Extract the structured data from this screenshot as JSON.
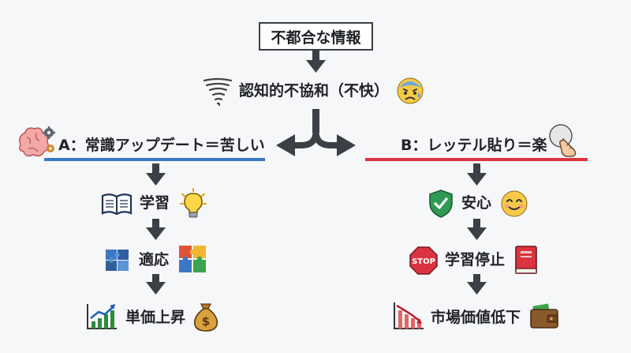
{
  "diagram": {
    "top_node": "不都合な情報",
    "dissonance": "認知的不協和（不快）",
    "branch_a": {
      "title": "A：常識アップデート＝苦しい",
      "color": "#3b78c4",
      "steps": [
        "学習",
        "適応",
        "単価上昇"
      ]
    },
    "branch_b": {
      "title": "B：レッテル貼り＝楽",
      "color": "#d9343f",
      "steps": [
        "安心",
        "学習停止",
        "市場価値低下"
      ]
    },
    "icons": {
      "brain_gear": "brain-gear-icon",
      "tornado": "tornado-icon",
      "anxious_face": "anxious-face-icon",
      "hand_pointer": "hand-pointer-icon",
      "book": "open-book-icon",
      "bulb": "lightbulb-icon",
      "puzzle": "puzzle-icon",
      "chart_up": "chart-up-icon",
      "money_bag": "money-bag-icon",
      "shield": "shield-check-icon",
      "smile": "smiling-face-icon",
      "stop": "stop-sign-icon",
      "red_book": "closed-book-icon",
      "chart_down": "chart-down-icon",
      "wallet": "wallet-icon"
    },
    "stop_sign_text": "STOP"
  }
}
